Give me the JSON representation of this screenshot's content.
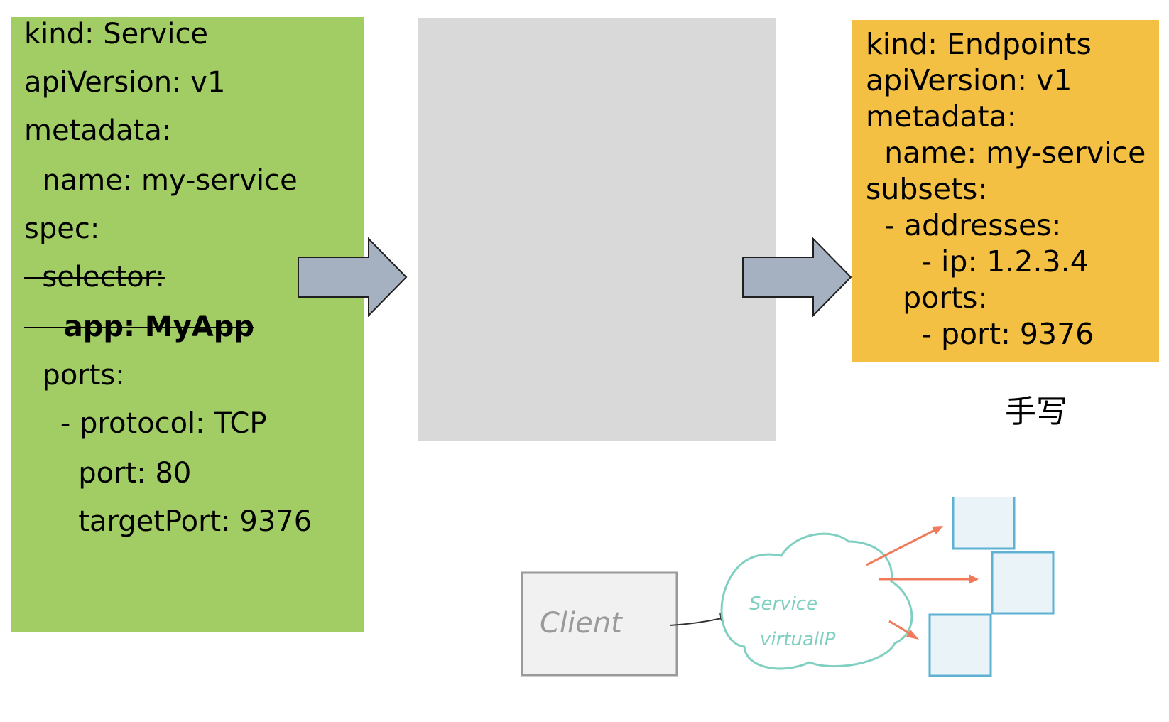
{
  "service_yaml": {
    "lines": [
      "kind: Service",
      "apiVersion: v1",
      "metadata:",
      "  name: my-service",
      "spec:",
      "  selector:",
      "    app: MyApp",
      "  ports:",
      "    - protocol: TCP",
      "      port: 80",
      "      targetPort: 9376"
    ]
  },
  "endpoints_yaml": {
    "lines": [
      "kind: Endpoints",
      "apiVersion: v1",
      "metadata:",
      "  name: my-service",
      "subsets:",
      "  - addresses:",
      "      - ip: 1.2.3.4",
      "    ports:",
      "      - port: 9376"
    ]
  },
  "note": "手写",
  "sketch": {
    "client_label": "Client",
    "service_label": "Service",
    "virtual_ip_label": "virtualIP"
  },
  "colors": {
    "service_panel": "#a2cd64",
    "gray_panel": "#d9d9d9",
    "endpoints_panel": "#f4c043",
    "arrow_fill": "#a5b1c0",
    "cloud_stroke": "#7fd0c0",
    "sketch_arrow": "#f07a5a",
    "pod_fill": "#e9f3f8",
    "pod_stroke": "#5fb1d3"
  }
}
